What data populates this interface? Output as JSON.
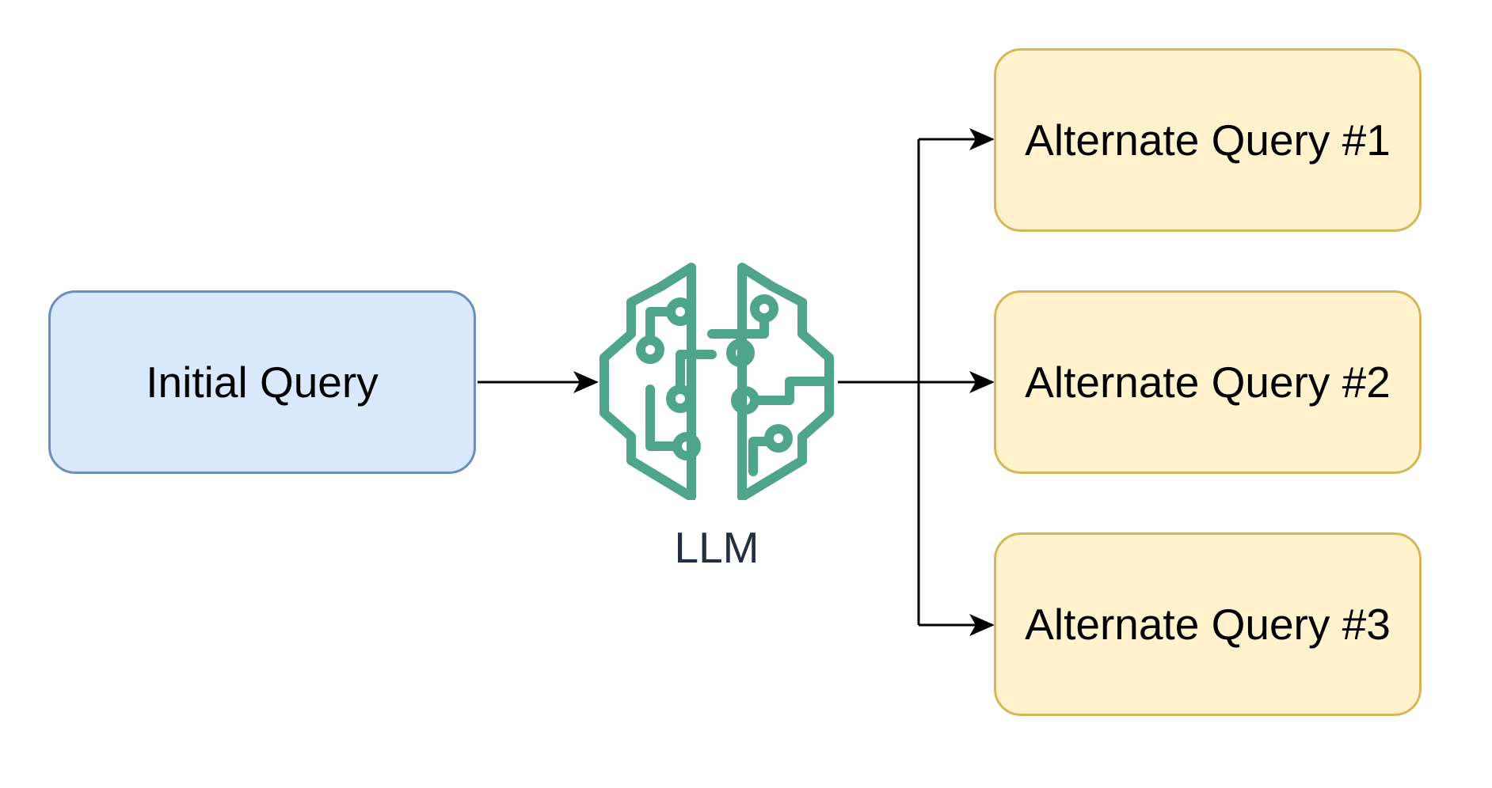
{
  "colors": {
    "initial_fill": "#dae8fc",
    "initial_stroke": "#6c8ebf",
    "alternate_fill": "#fff2cc",
    "alternate_stroke": "#d6b656",
    "llm_icon": "#4ea58c",
    "llm_label": "#232f3e",
    "connector": "#000000"
  },
  "nodes": {
    "initial": "Initial Query",
    "llm": "LLM",
    "alternates": [
      "Alternate Query #1",
      "Alternate Query #2",
      "Alternate Query #3"
    ]
  },
  "icons": {
    "llm": "brain-circuit-icon"
  },
  "edges": [
    {
      "from": "Initial Query",
      "to": "LLM"
    },
    {
      "from": "LLM",
      "to": "Alternate Query #1"
    },
    {
      "from": "LLM",
      "to": "Alternate Query #2"
    },
    {
      "from": "LLM",
      "to": "Alternate Query #3"
    }
  ]
}
